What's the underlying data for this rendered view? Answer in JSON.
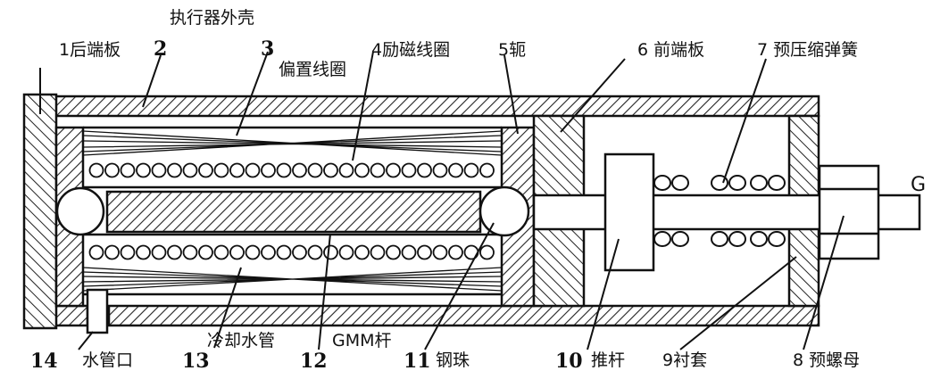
{
  "labels": {
    "rear_plate": "1后端板",
    "housing_num": "2",
    "housing": "执行器外壳",
    "bias_num": "3",
    "bias_coil": "偏置线圈",
    "excite_coil": "4励磁线圈",
    "yoke": "5轭",
    "front_plate": "6 前端板",
    "spring": "7 预压缩弹簧",
    "g": "G",
    "nut": "8 预螺母",
    "sleeve": "9衬套",
    "rod_num": "10",
    "rod": "推杆",
    "ball_num": "11",
    "ball": "钢珠",
    "gmm_num": "12",
    "gmm": "GMM杆",
    "cooling_num": "13",
    "cooling": "冷却水管",
    "outlet_num": "14",
    "outlet": "水管口"
  }
}
